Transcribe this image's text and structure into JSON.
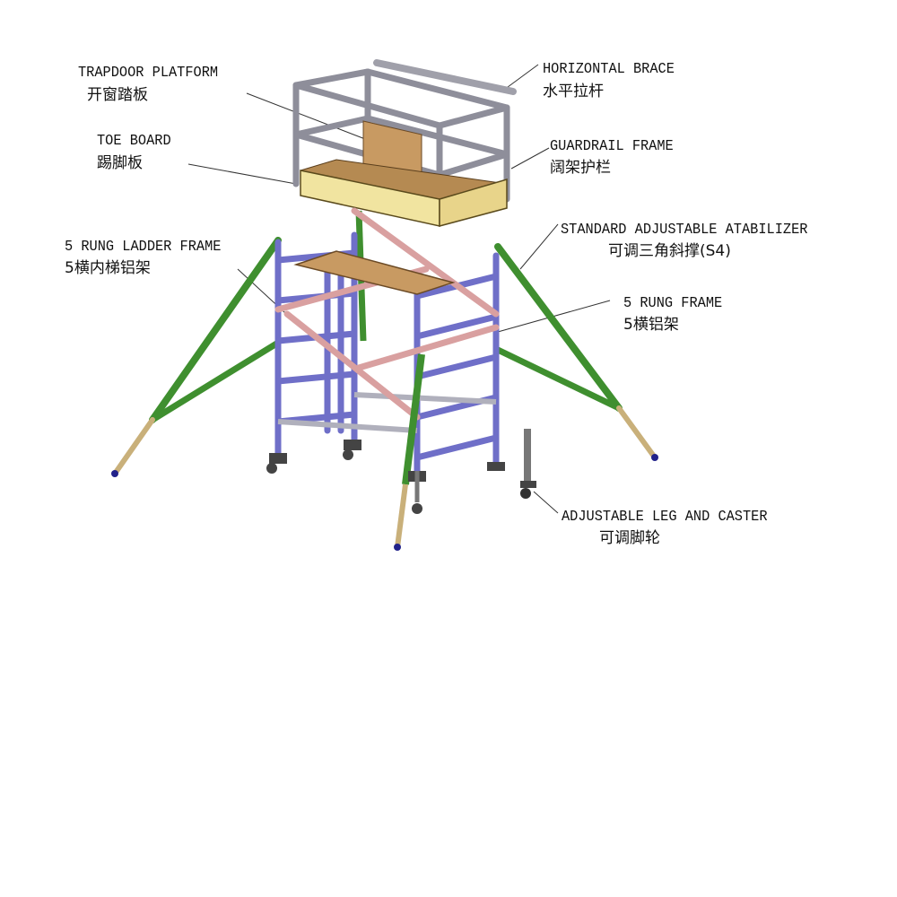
{
  "labels": {
    "trapdoor_platform": {
      "en": "TRAPDOOR PLATFORM",
      "zh": "开窗踏板"
    },
    "toe_board": {
      "en": "TOE BOARD",
      "zh": "踢脚板"
    },
    "horizontal_brace": {
      "en": "HORIZONTAL BRACE",
      "zh": "水平拉杆"
    },
    "guardrail_frame": {
      "en": "GUARDRAIL FRAME",
      "zh": "阔架护栏"
    },
    "stabilizer": {
      "en": "STANDARD ADJUSTABLE ATABILIZER",
      "zh": "可调三角斜撑(S4)"
    },
    "five_rung_ladder_frame": {
      "en": "5 RUNG LADDER FRAME",
      "zh": "5横内梯铝架"
    },
    "five_rung_frame": {
      "en": "5 RUNG FRAME",
      "zh": "5横铝架"
    },
    "leg_caster": {
      "en": "ADJUSTABLE LEG AND CASTER",
      "zh": "可调脚轮"
    }
  },
  "colors": {
    "frame": "#6f6fc8",
    "stabilizer": "#3f8f2f",
    "brace": "#d9a0a0",
    "rail": "#9a9aa6",
    "toe_board": "#f1e4a0",
    "wood": "#c89a62",
    "leg": "#c9b07a"
  }
}
